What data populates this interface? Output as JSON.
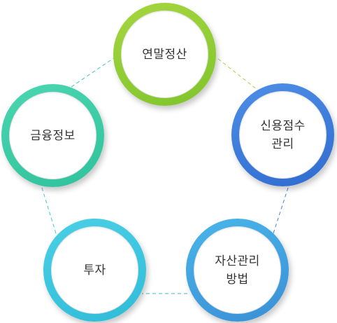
{
  "nodes": [
    {
      "id": "year-end-tax",
      "lines": [
        "연말정산"
      ],
      "color": "#8fcd33"
    },
    {
      "id": "credit-score",
      "lines": [
        "신용점수",
        "관리"
      ],
      "color": "#3c7bdc"
    },
    {
      "id": "asset-management",
      "lines": [
        "자산관리",
        "방법"
      ],
      "color": "#40a3e0"
    },
    {
      "id": "investment",
      "lines": [
        "투자"
      ],
      "color": "#3cc6df"
    },
    {
      "id": "financial-info",
      "lines": [
        "금융정보"
      ],
      "color": "#38cba6"
    }
  ],
  "connectors": [
    {
      "from": "year-end-tax",
      "to": "credit-score",
      "color": "#a6d63f"
    },
    {
      "from": "credit-score",
      "to": "asset-management",
      "color": "#3f86d8"
    },
    {
      "from": "asset-management",
      "to": "investment",
      "color": "#3fb3dc"
    },
    {
      "from": "investment",
      "to": "financial-info",
      "color": "#3fc4d6"
    },
    {
      "from": "financial-info",
      "to": "year-end-tax",
      "color": "#3fc9b0"
    }
  ]
}
